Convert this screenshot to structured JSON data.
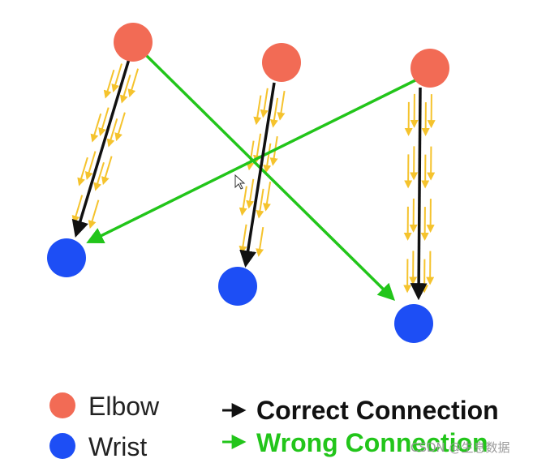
{
  "colors": {
    "elbow": "#f26b55",
    "wrist": "#1d4ef5",
    "correct": "#111111",
    "wrong": "#22c51a",
    "vector": "#f5c32d"
  },
  "legend": {
    "elbow_label": "Elbow",
    "wrist_label": "Wrist",
    "correct_label": "Correct Connection",
    "wrong_label": "Wrong Connection"
  },
  "watermark": "CSDN @生息数据"
}
